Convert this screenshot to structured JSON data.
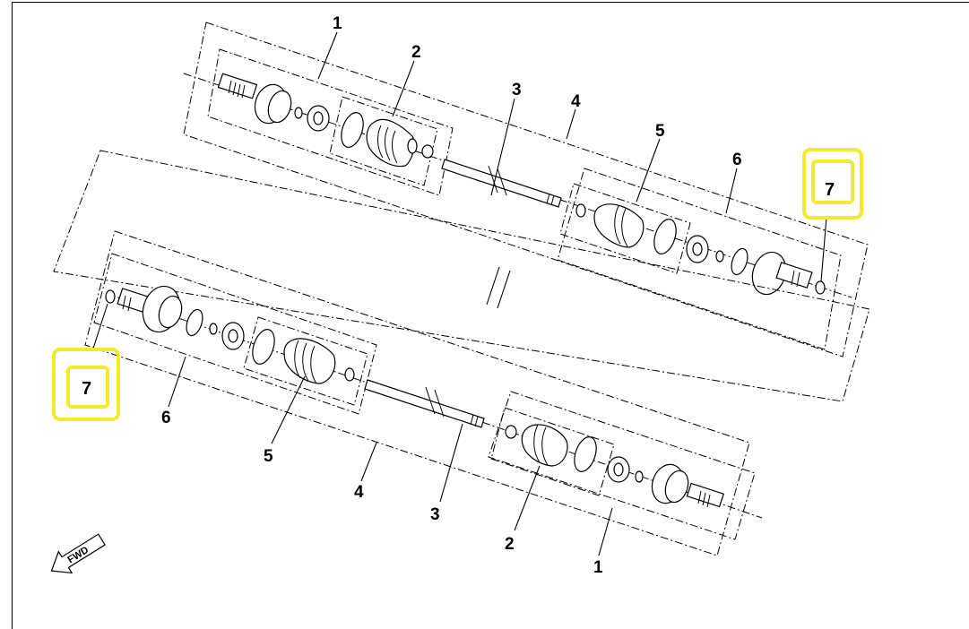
{
  "callouts": {
    "part_1": "1",
    "part_2": "2",
    "part_3": "3",
    "part_4": "4",
    "part_5": "5",
    "part_6": "6",
    "part_7": "7"
  },
  "fwd_label": "FWD",
  "highlight_color": "#f2ea2e"
}
